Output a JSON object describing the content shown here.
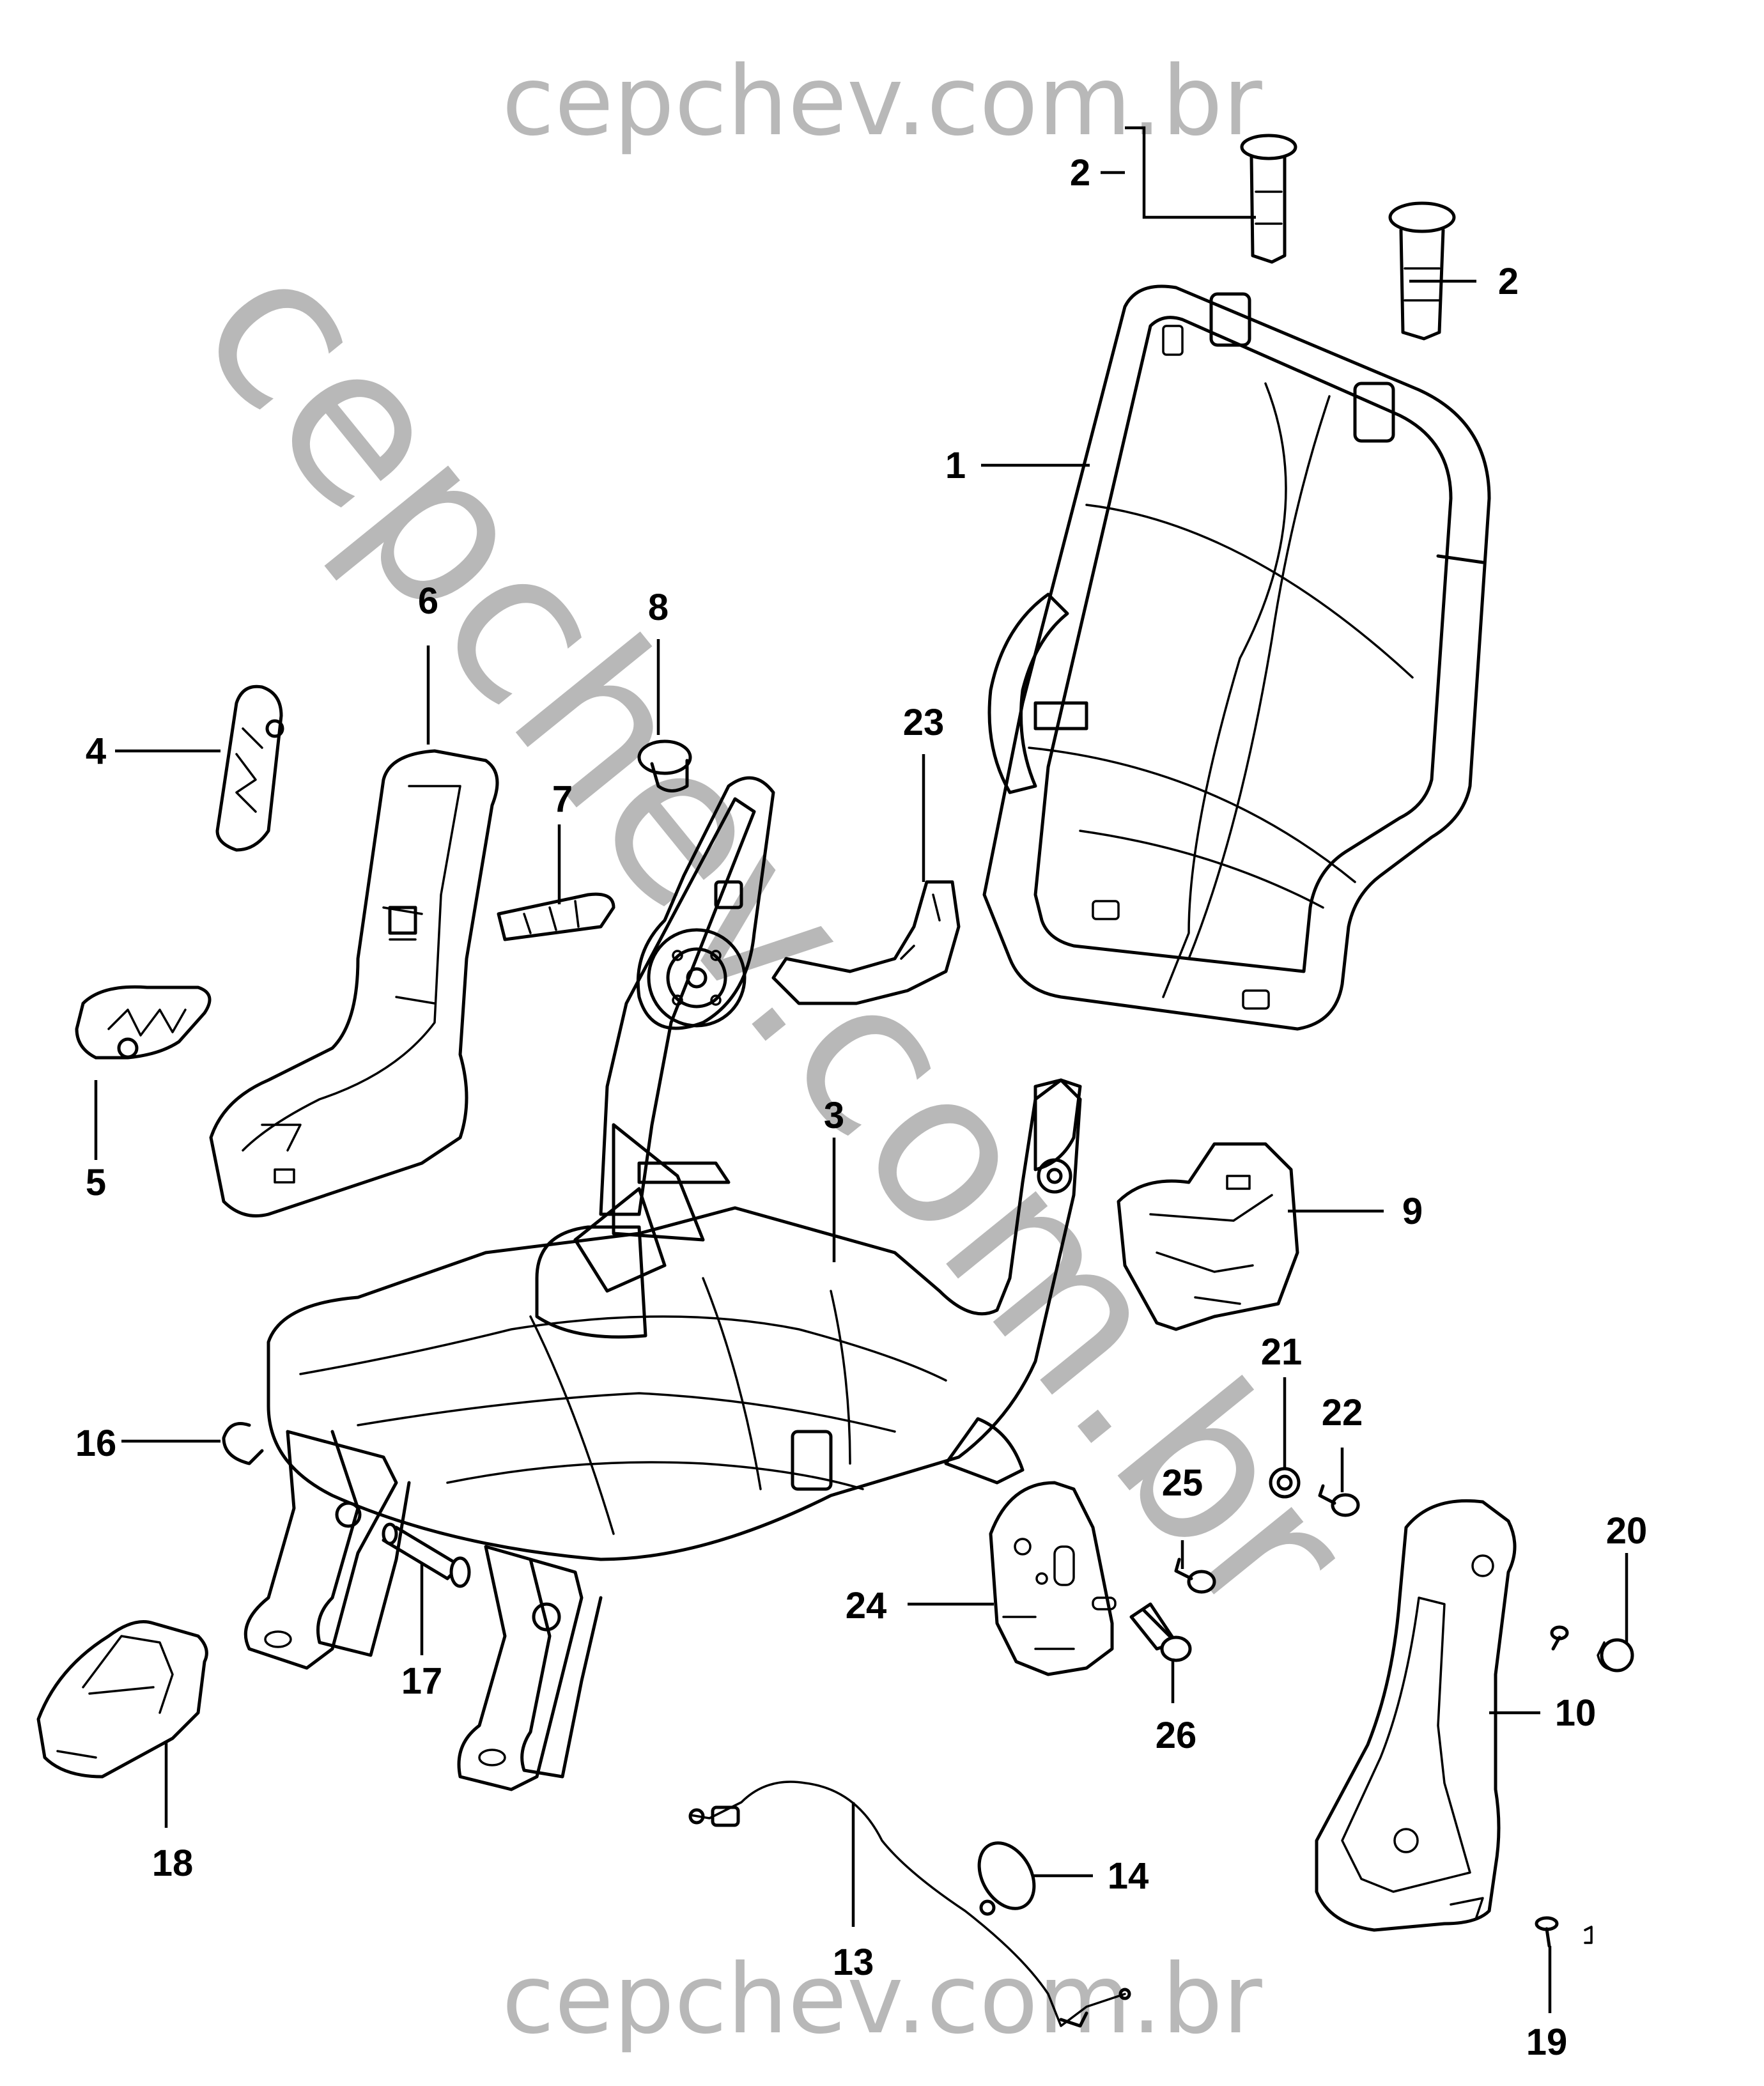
{
  "watermark": {
    "top_text": "cepchev.com.br",
    "bottom_text": "cepchev.com.br",
    "diagonal_text": "cepchev.com.br",
    "color": "#b8b8b8"
  },
  "callouts": {
    "c1": "1",
    "c2a": "2",
    "c2b": "2",
    "c3": "3",
    "c4": "4",
    "c5": "5",
    "c6": "6",
    "c7": "7",
    "c8": "8",
    "c9": "9",
    "c10": "10",
    "c13": "13",
    "c14": "14",
    "c16": "16",
    "c17": "17",
    "c18": "18",
    "c19": "19",
    "c20": "20",
    "c21": "21",
    "c22": "22",
    "c23": "23",
    "c24": "24",
    "c25": "25",
    "c26": "26"
  }
}
